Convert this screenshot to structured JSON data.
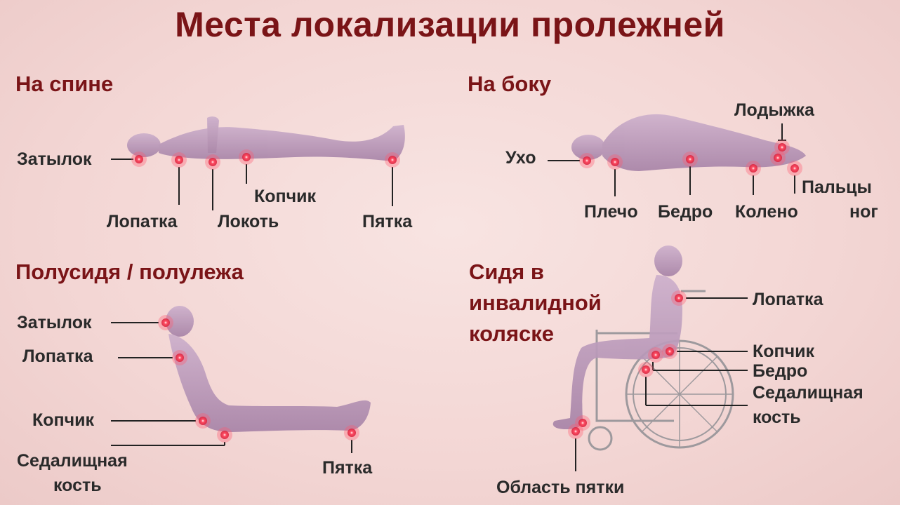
{
  "title": "Места локализации пролежней",
  "colors": {
    "title": "#7a1417",
    "background": "#f3d6d4",
    "body": "#b893b5",
    "point": "#e8314a",
    "line": "#222222"
  },
  "sections": {
    "back": {
      "title": "На спине",
      "labels": [
        "Затылок",
        "Лопатка",
        "Локоть",
        "Копчик",
        "Пятка"
      ]
    },
    "side": {
      "title": "На боку",
      "labels": [
        "Ухо",
        "Плечо",
        "Бедро",
        "Колено",
        "Лодыжка",
        "Пальцы",
        "ног"
      ]
    },
    "semi": {
      "title": "Полусидя / полулежа",
      "labels": [
        "Затылок",
        "Лопатка",
        "Копчик",
        "Седалищная",
        "кость",
        "Пятка"
      ]
    },
    "wheel": {
      "title_lines": [
        "Сидя в",
        "инвалидной",
        "коляске"
      ],
      "labels": [
        "Лопатка",
        "Копчик",
        "Бедро",
        "Седалищная",
        "кость",
        "Область пятки"
      ]
    }
  }
}
